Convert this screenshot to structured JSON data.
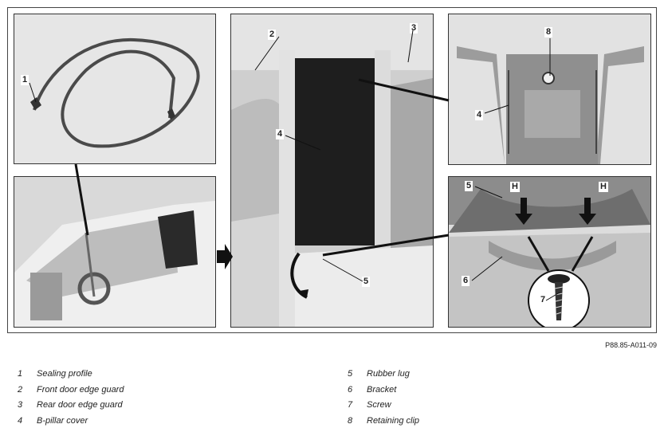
{
  "callouts": {
    "c1": "1",
    "c2": "2",
    "c3": "3",
    "c4a": "4",
    "c4b": "4",
    "c5a": "5",
    "c5b": "5",
    "c6": "6",
    "c7": "7",
    "c8": "8",
    "h1": "H",
    "h2": "H"
  },
  "figure_ref": "P88.85-A011-09",
  "legend": [
    {
      "num": "1",
      "label": "Sealing profile"
    },
    {
      "num": "2",
      "label": "Front door edge guard"
    },
    {
      "num": "3",
      "label": "Rear door edge guard"
    },
    {
      "num": "4",
      "label": "B-pillar cover"
    },
    {
      "num": "5",
      "label": "Rubber lug"
    },
    {
      "num": "6",
      "label": "Bracket"
    },
    {
      "num": "7",
      "label": "Screw"
    },
    {
      "num": "8",
      "label": "Retaining clip"
    }
  ],
  "colors": {
    "photo_light": "#e8e8e8",
    "photo_mid": "#b8b8b8",
    "photo_dark": "#3a3a3a",
    "window": "#1e1e1e"
  }
}
